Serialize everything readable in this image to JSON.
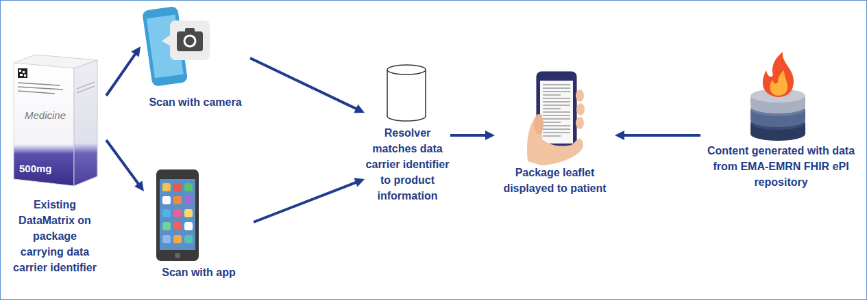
{
  "diagram": {
    "nodes": [
      {
        "text": [
          "Existing DataMatrix on package carrying data carrier identifier"
        ]
      },
      {
        "text": [
          "Scan with camera"
        ]
      },
      {
        "text": [
          "Scan with app"
        ]
      },
      {
        "text": [
          "Resolver matches data carrier identifier to product information"
        ]
      },
      {
        "text": [
          "Package leaflet displayed to patient"
        ]
      },
      {
        "text": [
          "Content generated with data from EMA-EMRN FHIR ePI repository"
        ]
      }
    ],
    "edges": [
      {
        "from": 0,
        "to": 1,
        "arrow": "to"
      },
      {
        "from": 0,
        "to": 2,
        "arrow": "to"
      },
      {
        "from": 1,
        "to": 3,
        "arrow": "to"
      },
      {
        "from": 2,
        "to": 3,
        "arrow": "to"
      },
      {
        "from": 3,
        "to": 4,
        "arrow": "to"
      },
      {
        "from": 5,
        "to": 4,
        "arrow": "to"
      }
    ],
    "labels": [
      "Medicine",
      "500mg"
    ]
  }
}
